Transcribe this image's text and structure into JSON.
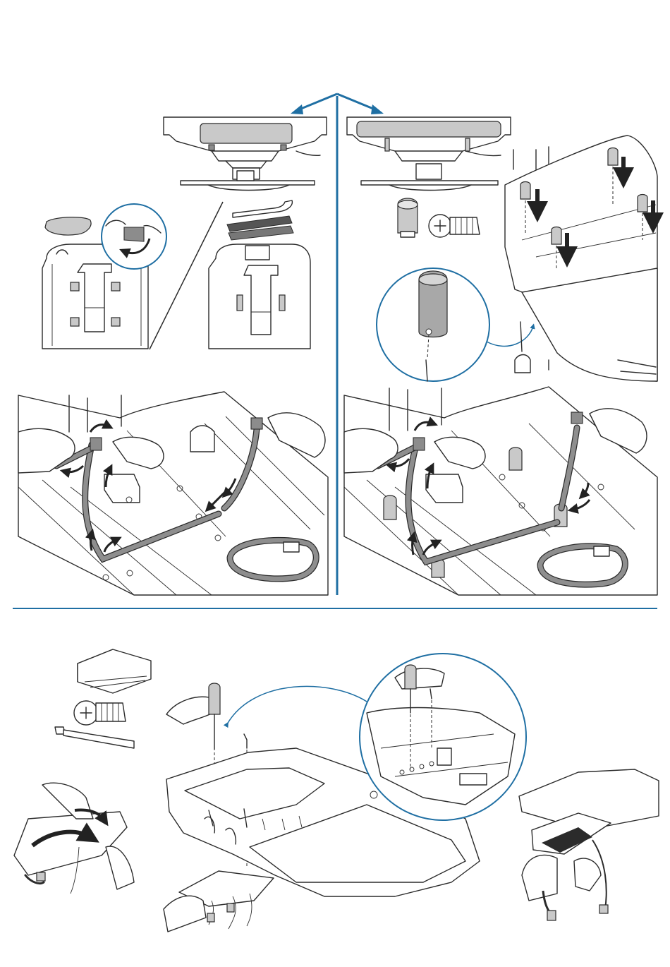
{
  "figure": {
    "accent_color": "#1f6fa3",
    "line_color": "#2b2b2b",
    "strap_color": "#8e8e8e",
    "panels": [
      {
        "id": "top-left",
        "icons": [
          "seat-underside",
          "backrest-cap",
          "adhesive-pad",
          "hands",
          "strap-routing"
        ]
      },
      {
        "id": "top-right",
        "icons": [
          "seat-underside",
          "spacer-sleeve",
          "screw",
          "magnifier-detail",
          "strap-routing"
        ]
      },
      {
        "id": "bottom",
        "icons": [
          "bracket",
          "screw",
          "cable-tie",
          "bracket-folding",
          "screwdriver",
          "magnifier-detail",
          "cable-connection"
        ]
      }
    ]
  }
}
